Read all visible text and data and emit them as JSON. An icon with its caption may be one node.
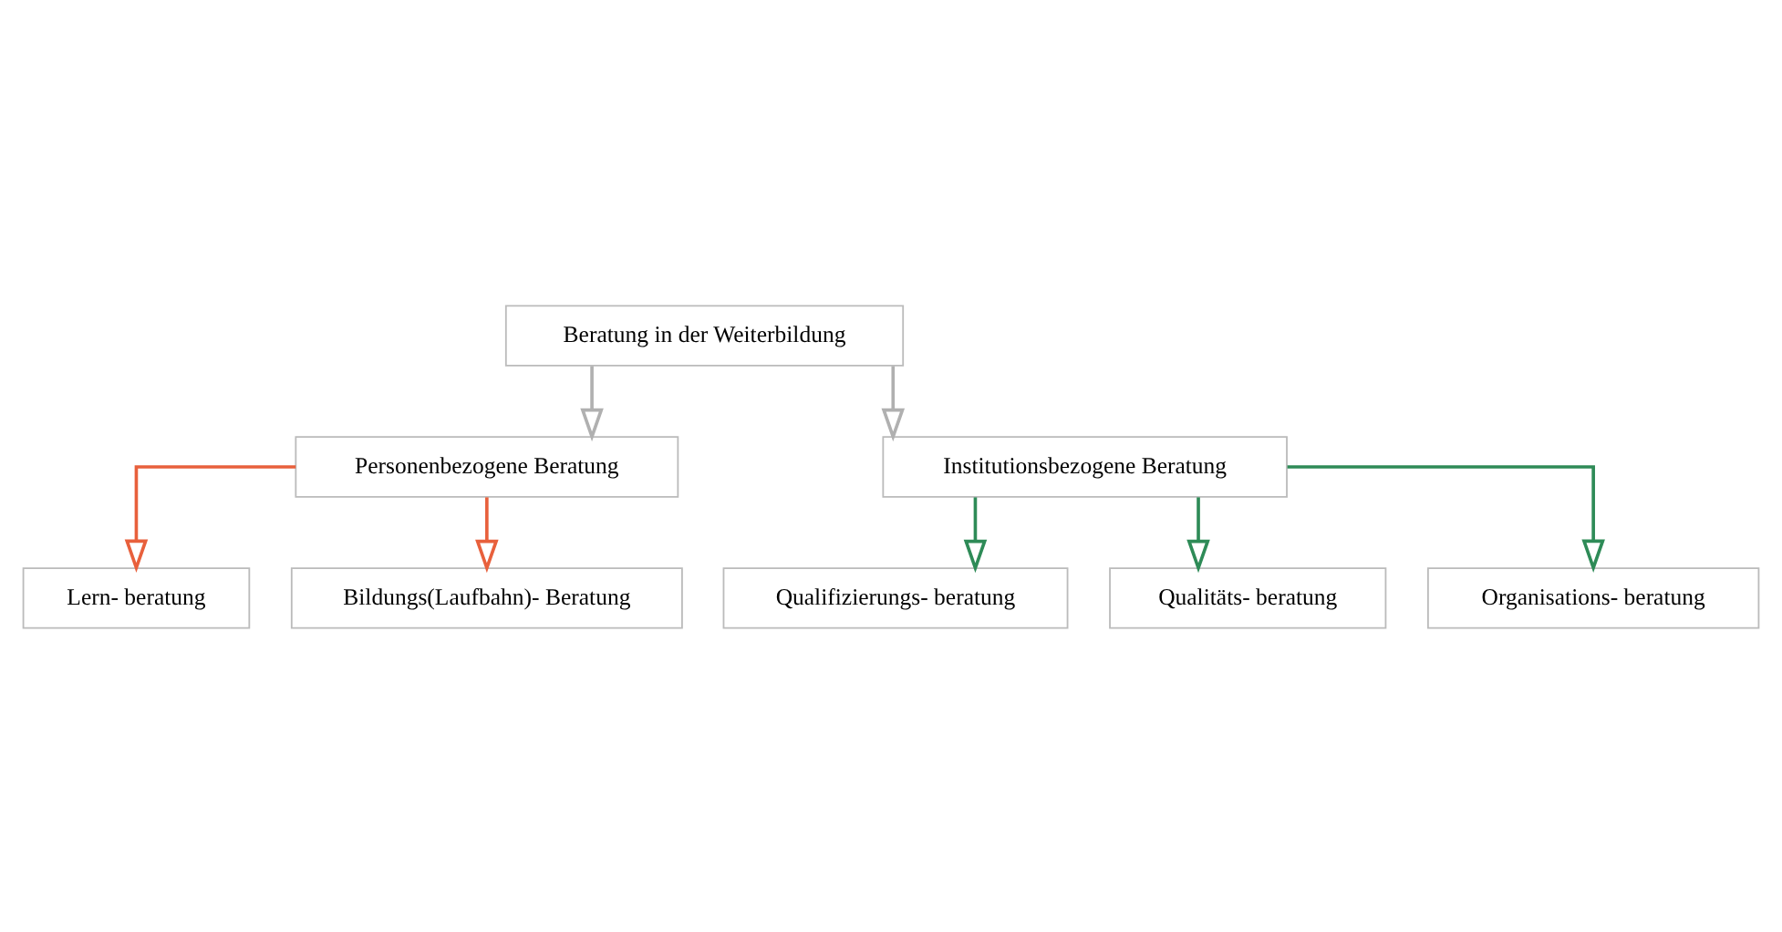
{
  "diagram": {
    "nodes": [
      {
        "text": [
          "Beratung in der Weiterbildung"
        ]
      },
      {
        "text": [
          "Personenbezogene Beratung"
        ]
      },
      {
        "text": [
          "Institutionsbezogene Beratung"
        ]
      },
      {
        "text": [
          "Lern- beratung"
        ]
      },
      {
        "text": [
          "Bildungs(Laufbahn)- Beratung"
        ]
      },
      {
        "text": [
          "Qualifizierungs- beratung"
        ]
      },
      {
        "text": [
          "Qualitäts- beratung"
        ]
      },
      {
        "text": [
          "Organisations- beratung"
        ]
      }
    ],
    "edges": [
      {
        "from": 0,
        "to": 1,
        "arrow": "to",
        "color": "#b0b0b0"
      },
      {
        "from": 0,
        "to": 2,
        "arrow": "to",
        "color": "#b0b0b0"
      },
      {
        "from": 1,
        "to": 3,
        "arrow": "to",
        "color": "#e8603c"
      },
      {
        "from": 1,
        "to": 4,
        "arrow": "to",
        "color": "#e8603c"
      },
      {
        "from": 2,
        "to": 5,
        "arrow": "to",
        "color": "#2e8b57"
      },
      {
        "from": 2,
        "to": 6,
        "arrow": "to",
        "color": "#2e8b57"
      },
      {
        "from": 2,
        "to": 7,
        "arrow": "to",
        "color": "#2e8b57"
      }
    ]
  }
}
